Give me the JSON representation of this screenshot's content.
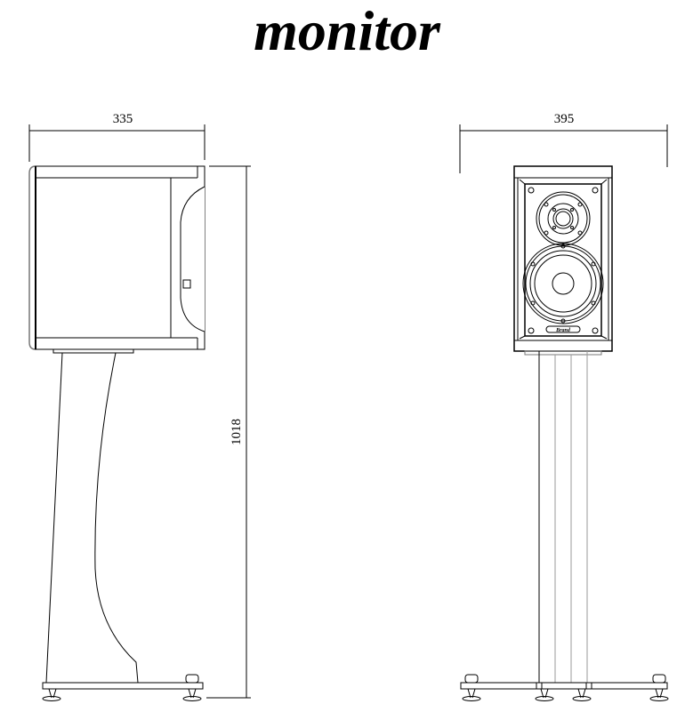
{
  "title": "monitor",
  "dimensions": {
    "side_depth": "335",
    "front_width": "395",
    "total_height": "1018"
  },
  "logo_text": "Brand"
}
